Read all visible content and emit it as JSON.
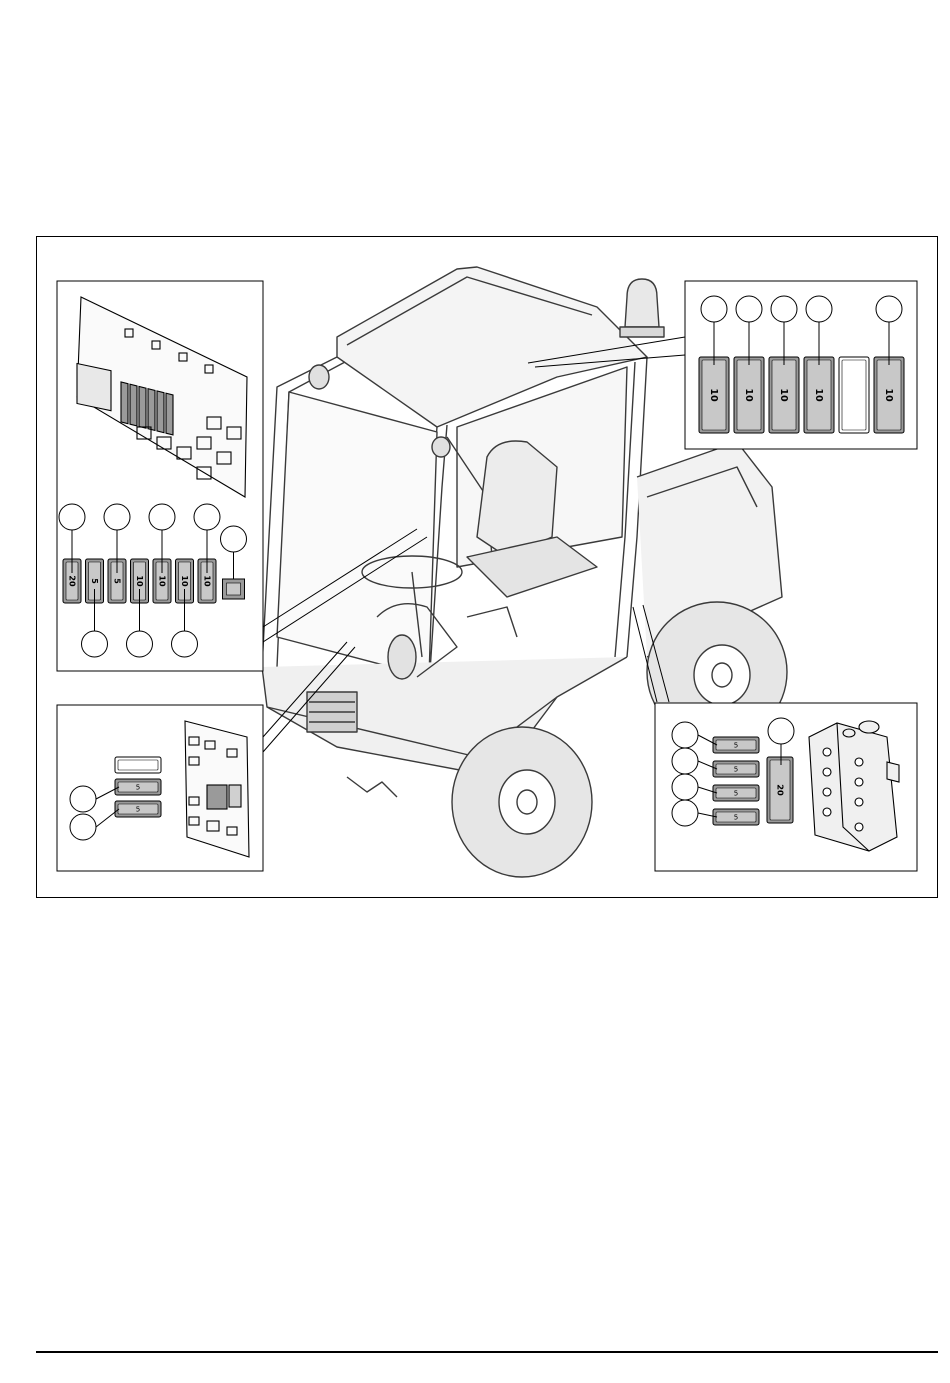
{
  "figure": {
    "panels": {
      "top_right": {
        "fuses": [
          "10",
          "10",
          "10",
          "10",
          "",
          "10"
        ]
      },
      "left_top": {
        "fuses": [
          "20",
          "5",
          "5",
          "10",
          "10",
          "10",
          "10",
          ""
        ]
      },
      "left_bottom": {
        "fuses": [
          "",
          "5",
          "5"
        ]
      },
      "right_bottom": {
        "small_fuses": [
          "5",
          "5",
          "5",
          "5"
        ],
        "big_fuse": "20"
      }
    }
  },
  "colors": {
    "stroke": "#000000",
    "fuse_fill": "#9a9a9a",
    "fuse_inner": "#c8c8c8",
    "panel_bg": "#ffffff",
    "line_art": "#3a3a3a"
  }
}
